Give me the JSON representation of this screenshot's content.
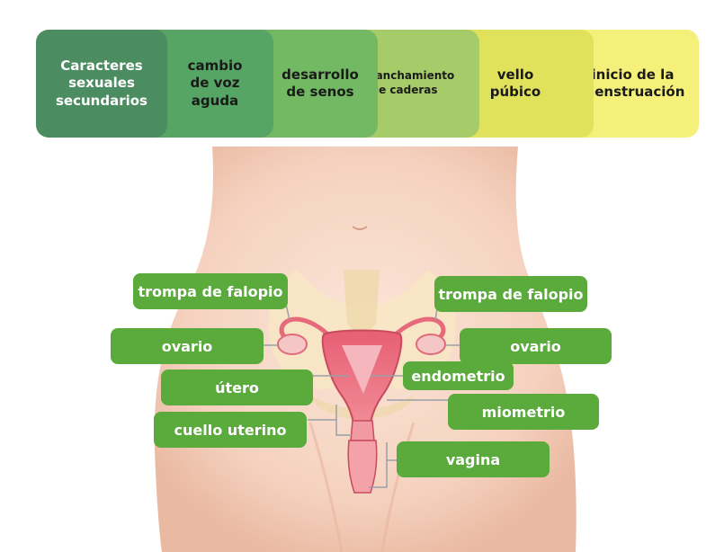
{
  "banner": {
    "title": [
      "Caracteres",
      "sexuales",
      "secundarios"
    ],
    "items": [
      {
        "lines": [
          "cambio",
          "de voz",
          "aguda"
        ]
      },
      {
        "lines": [
          "desarrollo",
          "de senos"
        ]
      },
      {
        "lines": [
          "ensanchamiento",
          "de caderas"
        ]
      },
      {
        "lines": [
          "vello",
          "púbico"
        ]
      },
      {
        "lines": [
          "inicio de la",
          "menstruación"
        ]
      }
    ],
    "colors": [
      "#4c8c61",
      "#56a564",
      "#73b862",
      "#a6cc6a",
      "#dfe25a",
      "#f5f079"
    ]
  },
  "labels": {
    "tube_left": "trompa de falopio",
    "tube_right": "trompa de falopio",
    "ovary_left": "ovario",
    "ovary_right": "ovario",
    "endometrium": "endometrio",
    "uterus": "útero",
    "myometrium": "miometrio",
    "cervix": "cuello uterino",
    "vagina": "vagina"
  },
  "colors": {
    "label_bg": "#5aaa3c",
    "skin": "#f5d2bf",
    "organ": "#e66a7a"
  }
}
